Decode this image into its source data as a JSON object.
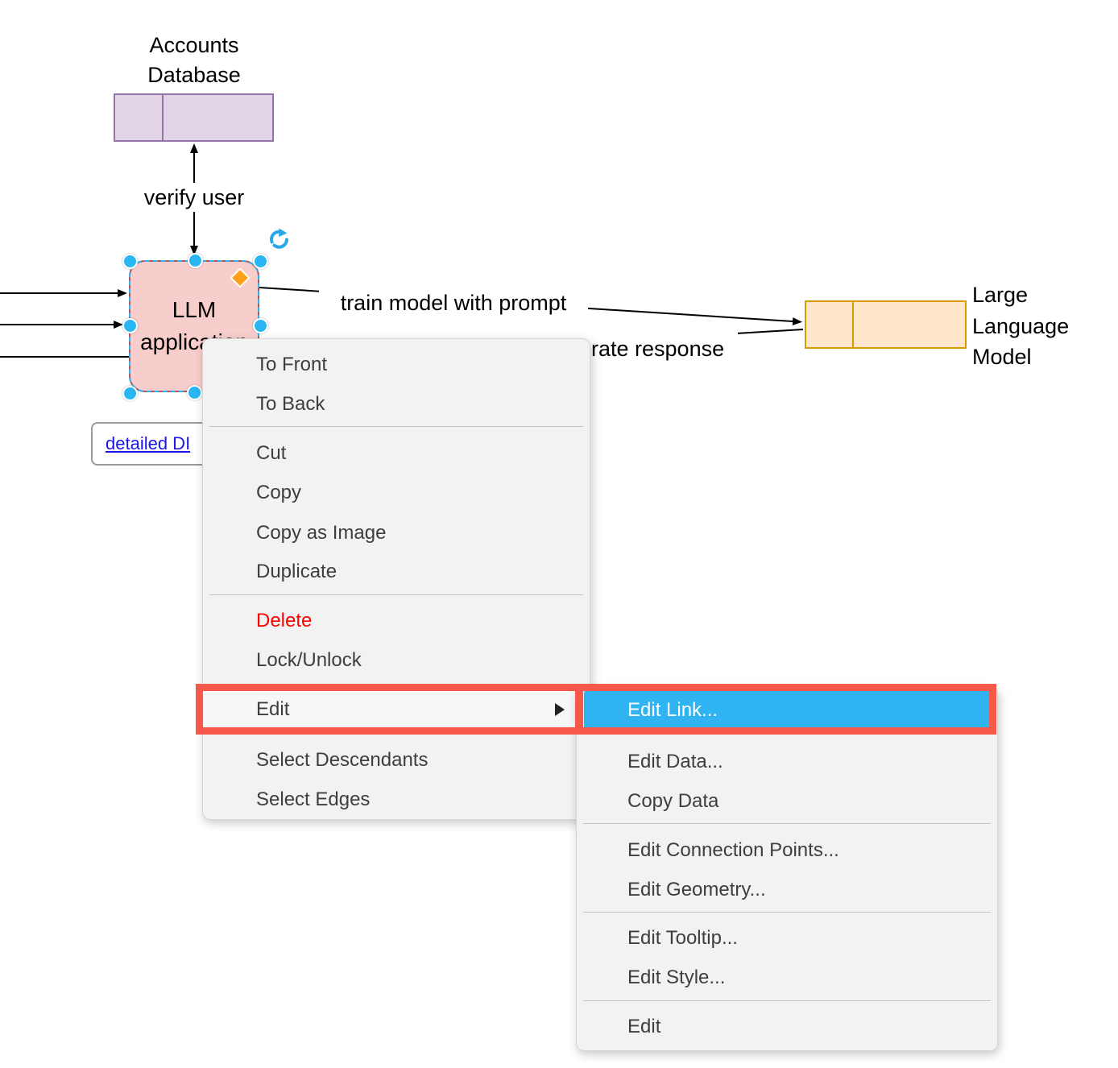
{
  "diagram": {
    "accounts_db": {
      "label": "Accounts Database"
    },
    "llm_app": {
      "label": "LLM application"
    },
    "llm_model": {
      "label": "Large Language Model"
    },
    "edge_labels": {
      "verify_user": "verify user",
      "train": "train model with prompt",
      "response_visible": "rate response"
    },
    "link": {
      "label": "detailed DI"
    }
  },
  "context_menu": {
    "items": [
      {
        "label": "To Front"
      },
      {
        "label": "To Back"
      },
      {
        "label": "Cut"
      },
      {
        "label": "Copy"
      },
      {
        "label": "Copy as Image"
      },
      {
        "label": "Duplicate"
      },
      {
        "label": "Delete"
      },
      {
        "label": "Lock/Unlock"
      },
      {
        "label": "Edit"
      },
      {
        "label": "Select Descendants"
      },
      {
        "label": "Select Edges"
      }
    ]
  },
  "submenu": {
    "items": [
      {
        "label": "Edit Link..."
      },
      {
        "label": "Edit Data..."
      },
      {
        "label": "Copy Data"
      },
      {
        "label": "Edit Connection Points..."
      },
      {
        "label": "Edit Geometry..."
      },
      {
        "label": "Edit Tooltip..."
      },
      {
        "label": "Edit Style..."
      },
      {
        "label": "Edit"
      }
    ]
  },
  "colors": {
    "selection_blue": "#29b6f2",
    "menu_highlight_blue": "#30b4f1",
    "annotation_red": "#f6584c",
    "delete_red": "#fb0200",
    "db_purple_fill": "#e1d5e7",
    "db_purple_stroke": "#9673a6",
    "process_pink_fill": "#f8cecc",
    "process_pink_stroke": "#b85450",
    "model_orange_fill": "#ffe6cc",
    "model_orange_stroke": "#d79b00",
    "link_blue": "#1c15eb"
  }
}
